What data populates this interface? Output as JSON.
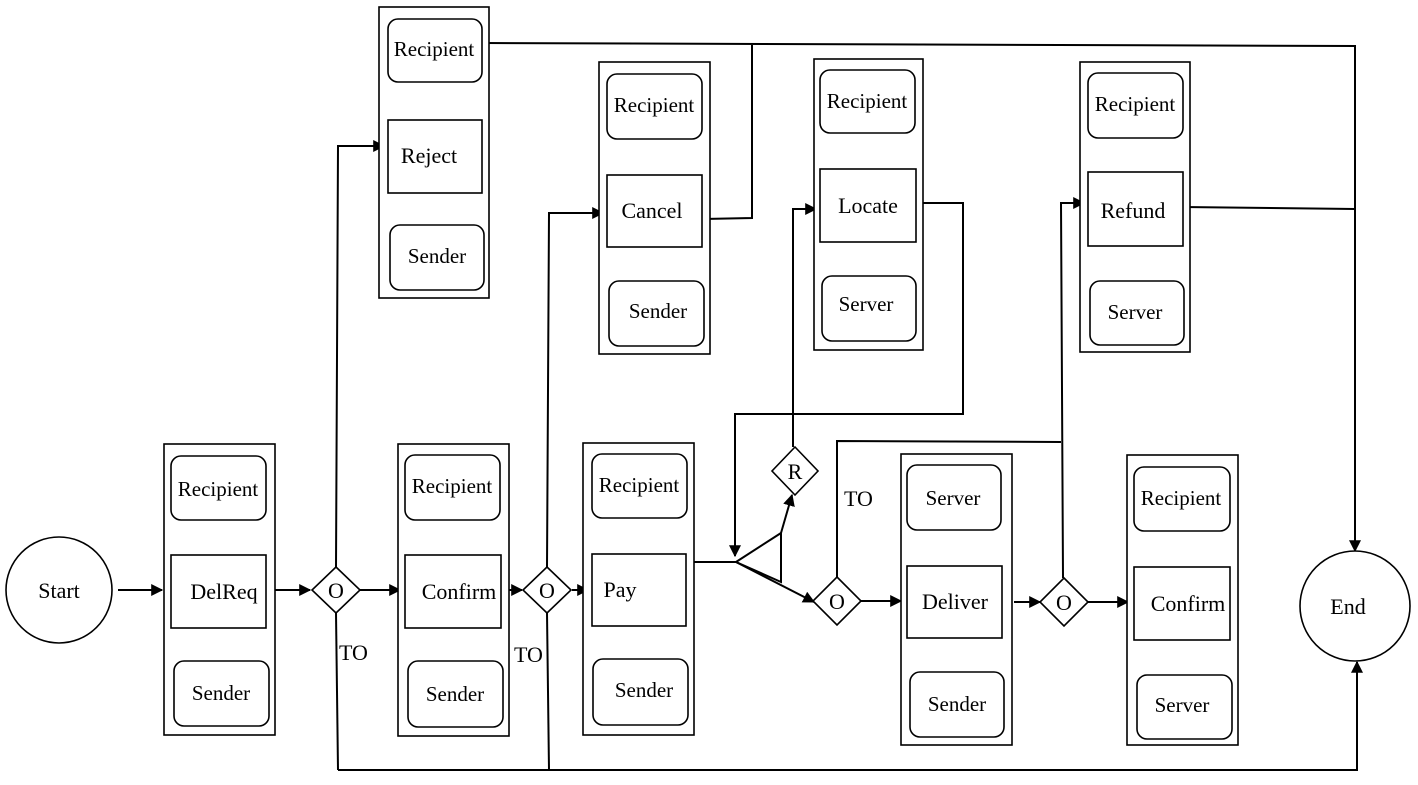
{
  "terminals": {
    "start": "Start",
    "end": "End"
  },
  "groups": {
    "delreq": {
      "top": "Recipient",
      "action": "DelReq",
      "bottom": "Sender"
    },
    "reject": {
      "top": "Recipient",
      "action": "Reject",
      "bottom": "Sender"
    },
    "confirm1": {
      "top": "Recipient",
      "action": "Confirm",
      "bottom": "Sender"
    },
    "cancel": {
      "top": "Recipient",
      "action": "Cancel",
      "bottom": "Sender"
    },
    "pay": {
      "top": "Recipient",
      "action": "Pay",
      "bottom": "Sender"
    },
    "locate": {
      "top": "Recipient",
      "action": "Locate",
      "bottom": "Server"
    },
    "deliver": {
      "top": "Server",
      "action": "Deliver",
      "bottom": "Sender"
    },
    "refund": {
      "top": "Recipient",
      "action": "Refund",
      "bottom": "Server"
    },
    "confirm2": {
      "top": "Recipient",
      "action": "Confirm",
      "bottom": "Server"
    }
  },
  "gates": {
    "or": "O",
    "repeat": "R"
  },
  "edge_labels": {
    "timeout": "TO"
  }
}
